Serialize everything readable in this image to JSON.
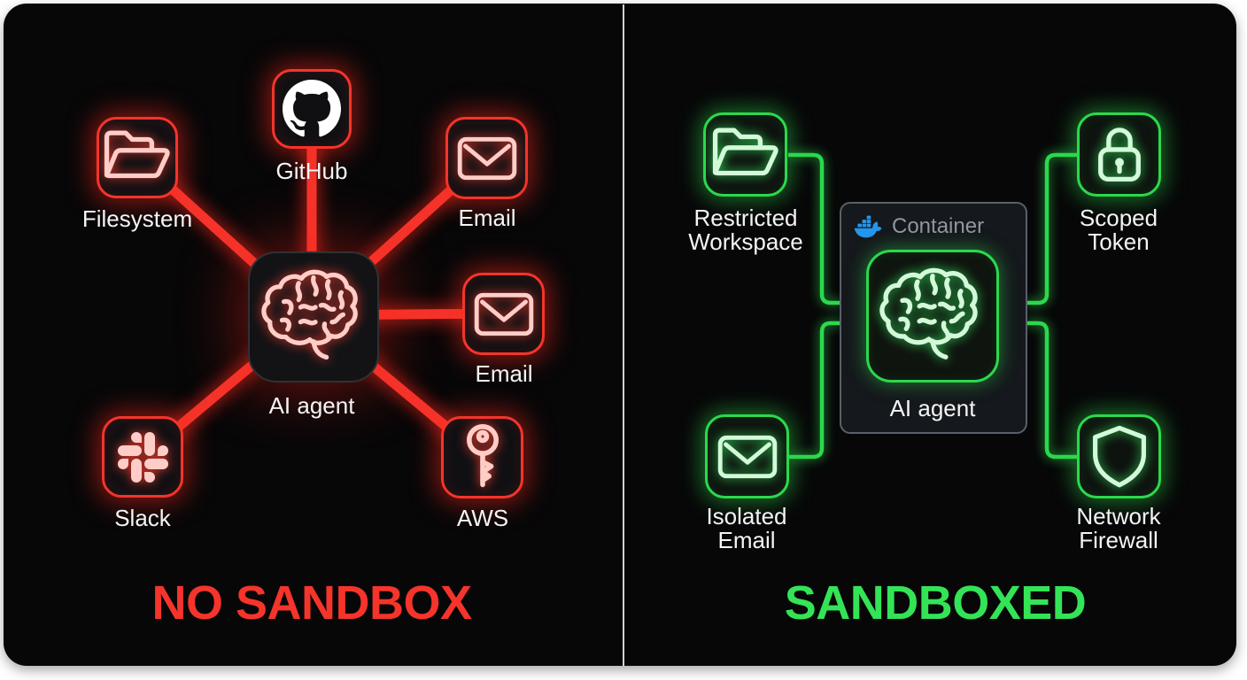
{
  "left": {
    "title": "NO SANDBOX",
    "accent_color": "#f5342b",
    "center": {
      "label": "AI agent",
      "icon": "brain-icon"
    },
    "nodes": [
      {
        "label": "Filesystem",
        "icon": "folder-icon"
      },
      {
        "label": "GitHub",
        "icon": "github-icon"
      },
      {
        "label": "Email",
        "icon": "mail-icon"
      },
      {
        "label": "Email",
        "icon": "mail-icon"
      },
      {
        "label": "Slack",
        "icon": "slack-icon"
      },
      {
        "label": "AWS",
        "icon": "key-icon"
      }
    ]
  },
  "right": {
    "title": "SANDBOXED",
    "accent_color": "#2ee04e",
    "container": {
      "label": "Container",
      "icon": "docker-icon"
    },
    "center": {
      "label": "AI agent",
      "icon": "brain-icon"
    },
    "nodes": [
      {
        "label": "Restricted Workspace",
        "icon": "folder-icon"
      },
      {
        "label": "Scoped Token",
        "icon": "lock-icon"
      },
      {
        "label": "Isolated Email",
        "icon": "mail-icon"
      },
      {
        "label": "Network Firewall",
        "icon": "shield-icon"
      }
    ]
  }
}
